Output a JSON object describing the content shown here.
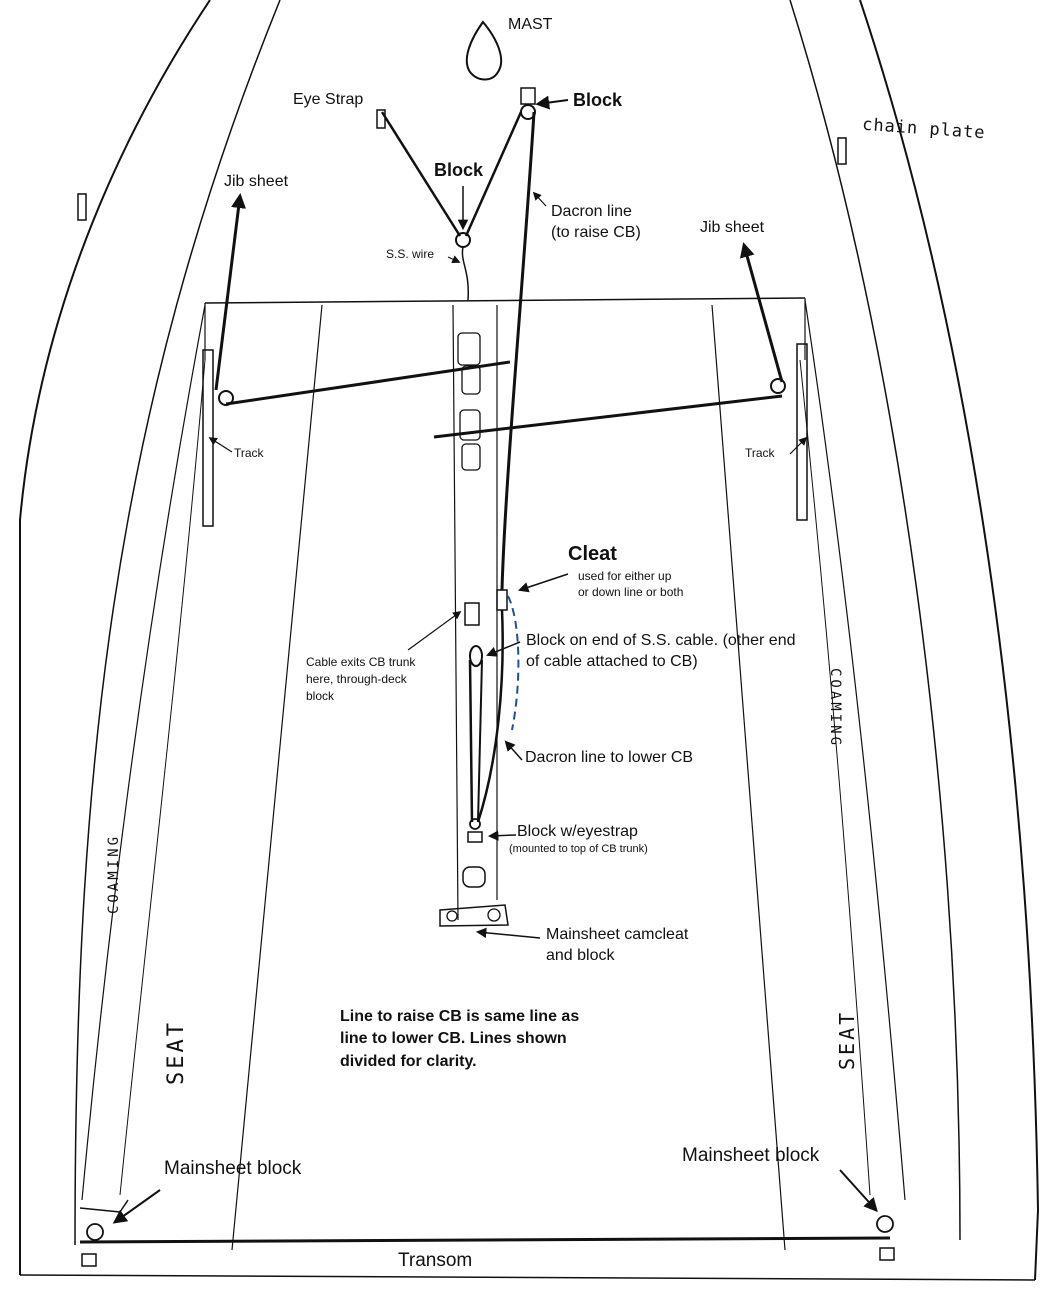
{
  "labels": {
    "mast": "MAST",
    "eye_strap": "Eye Strap",
    "block_top": "Block",
    "block_mid": "Block",
    "chain_plate": "chain plate",
    "jib_sheet_left": "Jib sheet",
    "jib_sheet_right": "Jib sheet",
    "dacron_raise": "Dacron line\n(to raise CB)",
    "ss_wire": "S.S. wire",
    "track_left": "Track",
    "track_right": "Track",
    "cleat_title": "Cleat",
    "cleat_note": "used for either up\nor down line or both",
    "block_cable": "Block on end of S.S. cable. (other end\nof cable attached to CB)",
    "cable_exits": "Cable exits CB trunk\nhere, through-deck\nblock",
    "coaming_right": "COAMING",
    "coaming_left": "COAMING",
    "dacron_lower": "Dacron line to lower CB",
    "block_eyestrap": "Block w/eyestrap",
    "block_eyestrap_note": "(mounted to top of CB trunk)",
    "mainsheet_camcleat": "Mainsheet camcleat\nand block",
    "note": "Line to raise CB is same line as\nline to lower CB. Lines shown\ndivided for clarity.",
    "seat_left": "SEAT",
    "seat_right": "SEAT",
    "mainsheet_block_left": "Mainsheet block",
    "mainsheet_block_right": "Mainsheet block",
    "transom": "Transom"
  },
  "colors": {
    "ink": "#111111",
    "dashed_line": "#1f4e9c"
  }
}
